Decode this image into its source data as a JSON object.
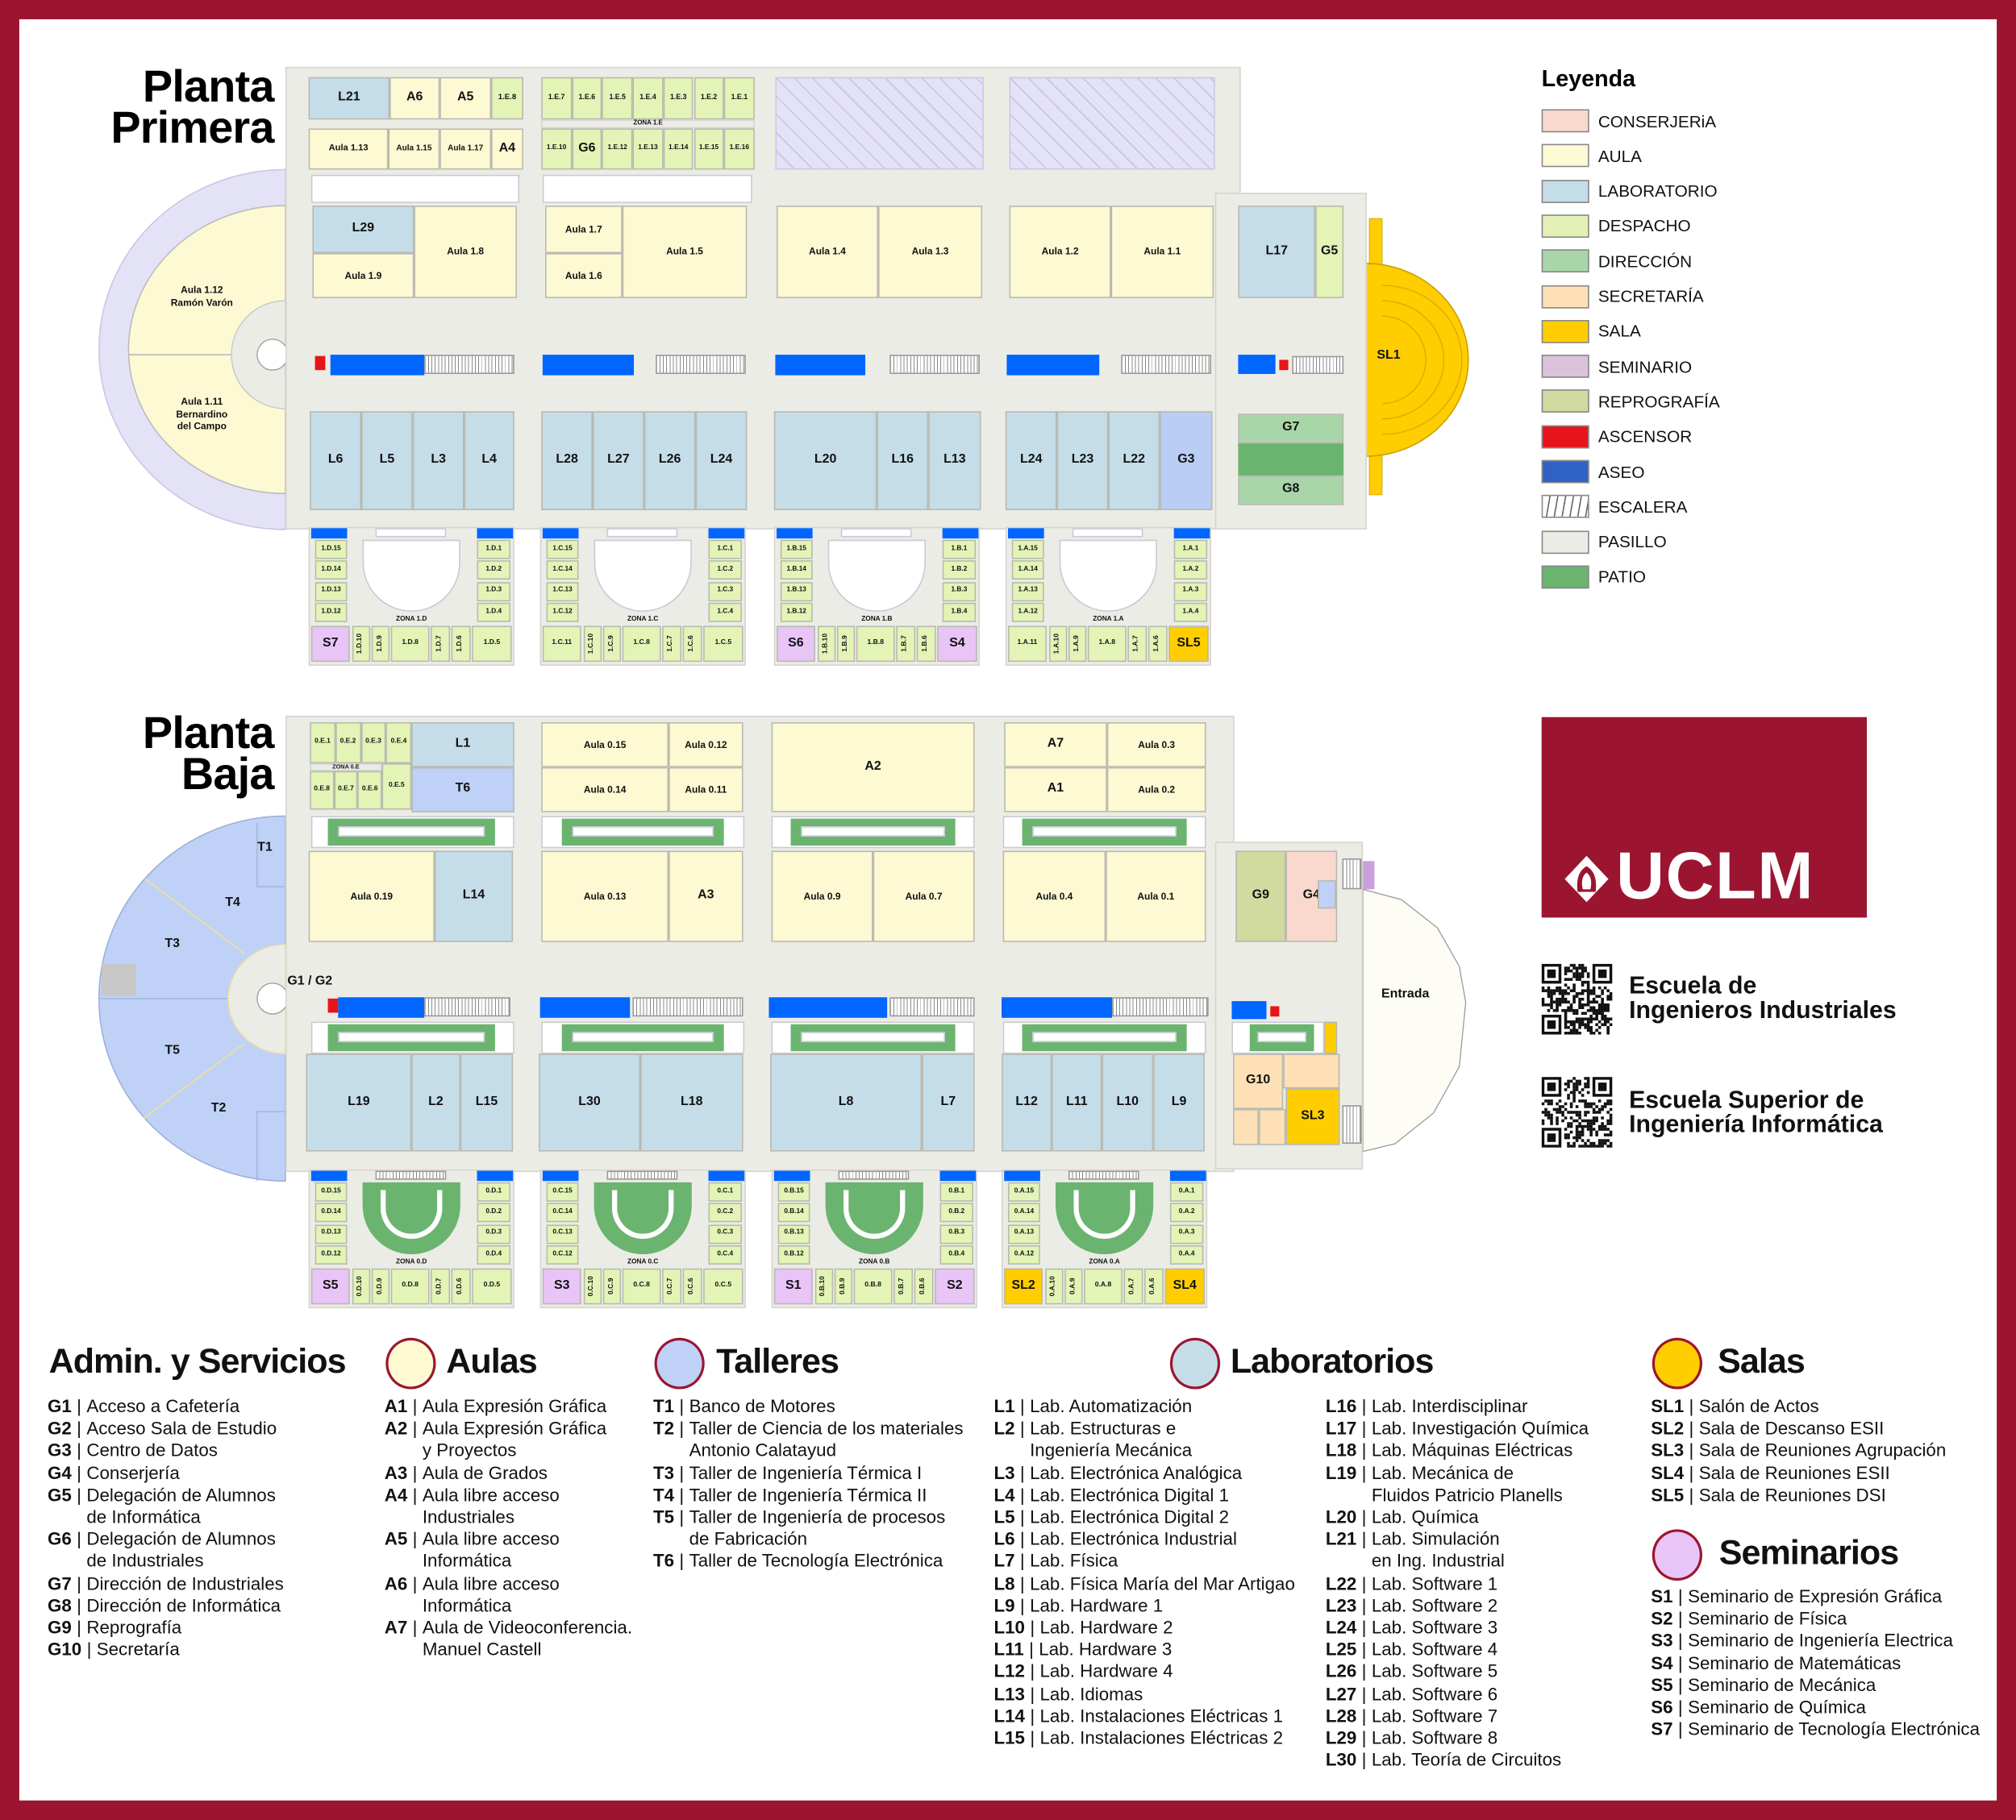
{
  "primera": {
    "title": [
      "Planta",
      "Primera"
    ],
    "c1_top": [
      "L21",
      "A6",
      "A5",
      "1.E.8"
    ],
    "c1_mid": [
      "Aula 1.13",
      "Aula 1.15",
      "Aula 1.17",
      "A4"
    ],
    "ze_top": [
      "1.E.7",
      "1.E.6",
      "1.E.5",
      "1.E.4",
      "1.E.3",
      "1.E.2",
      "1.E.1"
    ],
    "ze_label": "ZONA 1.E",
    "ze_bot": [
      "1.E.10",
      "G6",
      "1.E.12",
      "1.E.13",
      "1.E.14",
      "1.E.15",
      "1.E.16"
    ],
    "row2": [
      "L29",
      "Aula 1.9",
      "Aula 1.8",
      "Aula 1.7",
      "Aula 1.6",
      "Aula 1.5",
      "Aula 1.4",
      "Aula 1.3",
      "Aula 1.2",
      "Aula 1.1",
      "L17",
      "G5"
    ],
    "row3": [
      "L6",
      "L5",
      "L3",
      "L4",
      "L28",
      "L27",
      "L26",
      "L24",
      "L20",
      "L16",
      "L13",
      "L24",
      "L23",
      "L22",
      "G3",
      "G7",
      "G8"
    ],
    "west_top": [
      "Aula 1.12",
      "Ramón Varón"
    ],
    "west_bottom": [
      "Aula 1.11",
      "Bernardino",
      "del Campo"
    ],
    "east": "SL1",
    "zones": [
      {
        "label": "ZONA 1.D",
        "left": [
          "1.D.15",
          "1.D.14",
          "1.D.13",
          "1.D.12"
        ],
        "right": [
          "1.D.1",
          "1.D.2",
          "1.D.3",
          "1.D.4"
        ],
        "bottom": [
          "S7",
          "1.D.10",
          "1.D.9",
          "1.D.8",
          "1.D.7",
          "1.D.6",
          "1.D.5"
        ]
      },
      {
        "label": "ZONA 1.C",
        "left": [
          "1.C.15",
          "1.C.14",
          "1.C.13",
          "1.C.12"
        ],
        "right": [
          "1.C.1",
          "1.C.2",
          "1.C.3",
          "1.C.4"
        ],
        "bottom": [
          "1.C.11",
          "1.C.10",
          "1.C.9",
          "1.C.8",
          "1.C.7",
          "1.C.6",
          "1.C.5"
        ]
      },
      {
        "label": "ZONA 1.B",
        "left": [
          "1.B.15",
          "1.B.14",
          "1.B.13",
          "1.B.12"
        ],
        "right": [
          "1.B.1",
          "1.B.2",
          "1.B.3",
          "1.B.4"
        ],
        "bottom": [
          "S6",
          "1.B.10",
          "1.B.9",
          "1.B.8",
          "1.B.7",
          "1.B.6",
          "S4"
        ]
      },
      {
        "label": "ZONA 1.A",
        "left": [
          "1.A.15",
          "1.A.14",
          "1.A.13",
          "1.A.12"
        ],
        "right": [
          "1.A.1",
          "1.A.2",
          "1.A.3",
          "1.A.4"
        ],
        "bottom": [
          "1.A.11",
          "1.A.10",
          "1.A.9",
          "1.A.8",
          "1.A.7",
          "1.A.6",
          "SL5"
        ]
      }
    ]
  },
  "baja": {
    "title": [
      "Planta",
      "Baja"
    ],
    "ze_top": [
      "0.E.1",
      "0.E.2",
      "0.E.3",
      "0.E.4"
    ],
    "ze_label": "ZONA 0.E",
    "ze_bot": [
      "0.E.8",
      "0.E.7",
      "0.E.6",
      "0.E.5"
    ],
    "row1": [
      "L1",
      "T6",
      "Aula 0.15",
      "Aula 0.12",
      "Aula 0.14",
      "Aula 0.11",
      "A2",
      "A7",
      "Aula 0.3",
      "A1",
      "Aula 0.2"
    ],
    "row2": [
      "Aula 0.19",
      "L14",
      "Aula 0.13",
      "A3",
      "Aula 0.9",
      "Aula 0.7",
      "Aula 0.4",
      "Aula 0.1",
      "G9",
      "G4"
    ],
    "row3": [
      "L19",
      "L2",
      "L15",
      "L30",
      "L18",
      "L8",
      "L7",
      "L12",
      "L11",
      "L10",
      "L9",
      "G10",
      "SL3"
    ],
    "west": [
      "T1",
      "T4",
      "T3",
      "T5",
      "T2"
    ],
    "hall": "G1 / G2",
    "entrance": "Entrada",
    "zones": [
      {
        "label": "ZONA 0.D",
        "left": [
          "0.D.15",
          "0.D.14",
          "0.D.13",
          "0.D.12"
        ],
        "right": [
          "0.D.1",
          "0.D.2",
          "0.D.3",
          "0.D.4"
        ],
        "bottom": [
          "S5",
          "0.D.10",
          "0.D.9",
          "0.D.8",
          "0.D.7",
          "0.D.6",
          "0.D.5"
        ]
      },
      {
        "label": "ZONA 0.C",
        "left": [
          "0.C.15",
          "0.C.14",
          "0.C.13",
          "0.C.12"
        ],
        "right": [
          "0.C.1",
          "0.C.2",
          "0.C.3",
          "0.C.4"
        ],
        "bottom": [
          "S3",
          "0.C.10",
          "0.C.9",
          "0.C.8",
          "0.C.7",
          "0.C.6",
          "0.C.5"
        ]
      },
      {
        "label": "ZONA 0.B",
        "left": [
          "0.B.15",
          "0.B.14",
          "0.B.13",
          "0.B.12"
        ],
        "right": [
          "0.B.1",
          "0.B.2",
          "0.B.3",
          "0.B.4"
        ],
        "bottom": [
          "S1",
          "0.B.10",
          "0.B.9",
          "0.B.8",
          "0.B.7",
          "0.B.6",
          "S2"
        ]
      },
      {
        "label": "ZONA 0.A",
        "left": [
          "0.A.15",
          "0.A.14",
          "0.A.13",
          "0.A.12"
        ],
        "right": [
          "0.A.1",
          "0.A.2",
          "0.A.3",
          "0.A.4"
        ],
        "bottom": [
          "SL2",
          "0.A.10",
          "0.A.9",
          "0.A.8",
          "0.A.7",
          "0.A.6",
          "SL4"
        ]
      }
    ]
  },
  "legend": {
    "title": "Leyenda",
    "items": [
      {
        "label": "CONSERJERiA",
        "color": "#f9d9cd"
      },
      {
        "label": "AULA",
        "color": "#fdf9d3"
      },
      {
        "label": "LABORATORIO",
        "color": "#c5dde9"
      },
      {
        "label": "DESPACHO",
        "color": "#e3f1b6"
      },
      {
        "label": "DIRECCIÓN",
        "color": "#a9d6a9"
      },
      {
        "label": "SECRETARÍA",
        "color": "#fde0b5"
      },
      {
        "label": "SALA",
        "color": "#ffcd00"
      },
      {
        "label": "SEMINARIO",
        "color": "#dcc3dc"
      },
      {
        "label": "REPROGRAFÍA",
        "color": "#d1da9f"
      },
      {
        "label": "ASCENSOR",
        "color": "#e8141b"
      },
      {
        "label": "ASEO",
        "color": "#2f62c4"
      },
      {
        "label": "ESCALERA",
        "color": "hatch"
      },
      {
        "label": "PASILLO",
        "color": "#ecece6"
      },
      {
        "label": "PATIO",
        "color": "#6ab46f"
      }
    ]
  },
  "brand": {
    "logo_text": "UCLM",
    "color": "#9b1530",
    "schools": [
      [
        "Escuela de",
        "Ingenieros Industriales"
      ],
      [
        "Escuela Superior de",
        "Ingeniería Informática"
      ]
    ]
  },
  "directory": {
    "admin": {
      "title": "Admin. y Servicios",
      "items": [
        {
          "code": "G1",
          "text": [
            "Acceso a Cafetería"
          ]
        },
        {
          "code": "G2",
          "text": [
            "Acceso Sala de Estudio"
          ]
        },
        {
          "code": "G3",
          "text": [
            "Centro de Datos"
          ]
        },
        {
          "code": "G4",
          "text": [
            "Conserjería"
          ]
        },
        {
          "code": "G5",
          "text": [
            "Delegación de Alumnos",
            "de Informática"
          ]
        },
        {
          "code": "G6",
          "text": [
            "Delegación de Alumnos",
            "de Industriales"
          ]
        },
        {
          "code": "G7",
          "text": [
            "Dirección de Industriales"
          ]
        },
        {
          "code": "G8",
          "text": [
            "Dirección de Informática"
          ]
        },
        {
          "code": "G9",
          "text": [
            "Reprografía"
          ]
        },
        {
          "code": "G10",
          "text": [
            "Secretaría"
          ]
        }
      ]
    },
    "aulas": {
      "title": "Aulas",
      "color": "#fdf9d3",
      "items": [
        {
          "code": "A1",
          "text": [
            "Aula Expresión Gráfica"
          ]
        },
        {
          "code": "A2",
          "text": [
            "Aula Expresión Gráfica",
            "y Proyectos"
          ]
        },
        {
          "code": "A3",
          "text": [
            "Aula de Grados"
          ]
        },
        {
          "code": "A4",
          "text": [
            "Aula libre acceso",
            "Industriales"
          ]
        },
        {
          "code": "A5",
          "text": [
            "Aula libre acceso",
            "Informática"
          ]
        },
        {
          "code": "A6",
          "text": [
            "Aula libre acceso",
            "Informática"
          ]
        },
        {
          "code": "A7",
          "text": [
            "Aula de Videoconferencia.",
            "Manuel Castell"
          ]
        }
      ]
    },
    "talleres": {
      "title": "Talleres",
      "color": "#bfd1f7",
      "items": [
        {
          "code": "T1",
          "text": [
            "Banco de Motores"
          ]
        },
        {
          "code": "T2",
          "text": [
            "Taller de Ciencia de los materiales",
            "Antonio Calatayud"
          ]
        },
        {
          "code": "T3",
          "text": [
            "Taller de Ingeniería Térmica I"
          ]
        },
        {
          "code": "T4",
          "text": [
            "Taller de Ingeniería Térmica II"
          ]
        },
        {
          "code": "T5",
          "text": [
            "Taller de Ingeniería de procesos",
            "de Fabricación"
          ]
        },
        {
          "code": "T6",
          "text": [
            "Taller de Tecnología Electrónica"
          ]
        }
      ]
    },
    "laboratorios": {
      "title": "Laboratorios",
      "color": "#c5dde9",
      "items": [
        {
          "code": "L1",
          "text": [
            "Lab. Automatización"
          ]
        },
        {
          "code": "L2",
          "text": [
            "Lab. Estructuras e",
            "Ingeniería Mecánica"
          ]
        },
        {
          "code": "L3",
          "text": [
            "Lab. Electrónica Analógica"
          ]
        },
        {
          "code": "L4",
          "text": [
            "Lab. Electrónica Digital 1"
          ]
        },
        {
          "code": "L5",
          "text": [
            "Lab. Electrónica Digital 2"
          ]
        },
        {
          "code": "L6",
          "text": [
            "Lab. Electrónica Industrial"
          ]
        },
        {
          "code": "L7",
          "text": [
            "Lab. Física"
          ]
        },
        {
          "code": "L8",
          "text": [
            "Lab. Física María del Mar Artigao"
          ]
        },
        {
          "code": "L9",
          "text": [
            "Lab. Hardware 1"
          ]
        },
        {
          "code": "L10",
          "text": [
            "Lab. Hardware 2"
          ]
        },
        {
          "code": "L11",
          "text": [
            "Lab. Hardware 3"
          ]
        },
        {
          "code": "L12",
          "text": [
            "Lab. Hardware 4"
          ]
        },
        {
          "code": "L13",
          "text": [
            "Lab. Idiomas"
          ]
        },
        {
          "code": "L14",
          "text": [
            "Lab. Instalaciones Eléctricas 1"
          ]
        },
        {
          "code": "L15",
          "text": [
            "Lab. Instalaciones Eléctricas 2"
          ]
        }
      ],
      "items_2": [
        {
          "code": "L16",
          "text": [
            "Lab. Interdisciplinar"
          ]
        },
        {
          "code": "L17",
          "text": [
            "Lab. Investigación Química"
          ]
        },
        {
          "code": "L18",
          "text": [
            "Lab. Máquinas Eléctricas"
          ]
        },
        {
          "code": "L19",
          "text": [
            "Lab. Mecánica de",
            "Fluidos Patricio Planells"
          ]
        },
        {
          "code": "L20",
          "text": [
            "Lab. Química"
          ]
        },
        {
          "code": "L21",
          "text": [
            "Lab. Simulación",
            "en Ing. Industrial"
          ]
        },
        {
          "code": "L22",
          "text": [
            "Lab. Software 1"
          ]
        },
        {
          "code": "L23",
          "text": [
            "Lab. Software 2"
          ]
        },
        {
          "code": "L24",
          "text": [
            "Lab. Software 3"
          ]
        },
        {
          "code": "L25",
          "text": [
            "Lab. Software 4"
          ]
        },
        {
          "code": "L26",
          "text": [
            "Lab. Software 5"
          ]
        },
        {
          "code": "L27",
          "text": [
            "Lab. Software 6"
          ]
        },
        {
          "code": "L28",
          "text": [
            "Lab. Software 7"
          ]
        },
        {
          "code": "L29",
          "text": [
            "Lab. Software 8"
          ]
        },
        {
          "code": "L30",
          "text": [
            "Lab. Teoría de Circuitos"
          ]
        }
      ]
    },
    "salas": {
      "title": "Salas",
      "color": "#ffcd00",
      "items": [
        {
          "code": "SL1",
          "text": [
            "Salón de Actos"
          ]
        },
        {
          "code": "SL2",
          "text": [
            "Sala de Descanso ESII"
          ]
        },
        {
          "code": "SL3",
          "text": [
            "Sala de Reuniones Agrupación"
          ]
        },
        {
          "code": "SL4",
          "text": [
            "Sala de Reuniones ESII"
          ]
        },
        {
          "code": "SL5",
          "text": [
            "Sala de Reuniones DSI"
          ]
        }
      ]
    },
    "seminarios": {
      "title": "Seminarios",
      "color": "#e8c4f7",
      "items": [
        {
          "code": "S1",
          "text": [
            "Seminario de Expresión Gráfica"
          ]
        },
        {
          "code": "S2",
          "text": [
            "Seminario de Física"
          ]
        },
        {
          "code": "S3",
          "text": [
            "Seminario de Ingeniería Electrica"
          ]
        },
        {
          "code": "S4",
          "text": [
            "Seminario de Matemáticas"
          ]
        },
        {
          "code": "S5",
          "text": [
            "Seminario de Mecánica"
          ]
        },
        {
          "code": "S6",
          "text": [
            "Seminario de Química"
          ]
        },
        {
          "code": "S7",
          "text": [
            "Seminario de Tecnología Electrónica"
          ]
        }
      ]
    }
  }
}
